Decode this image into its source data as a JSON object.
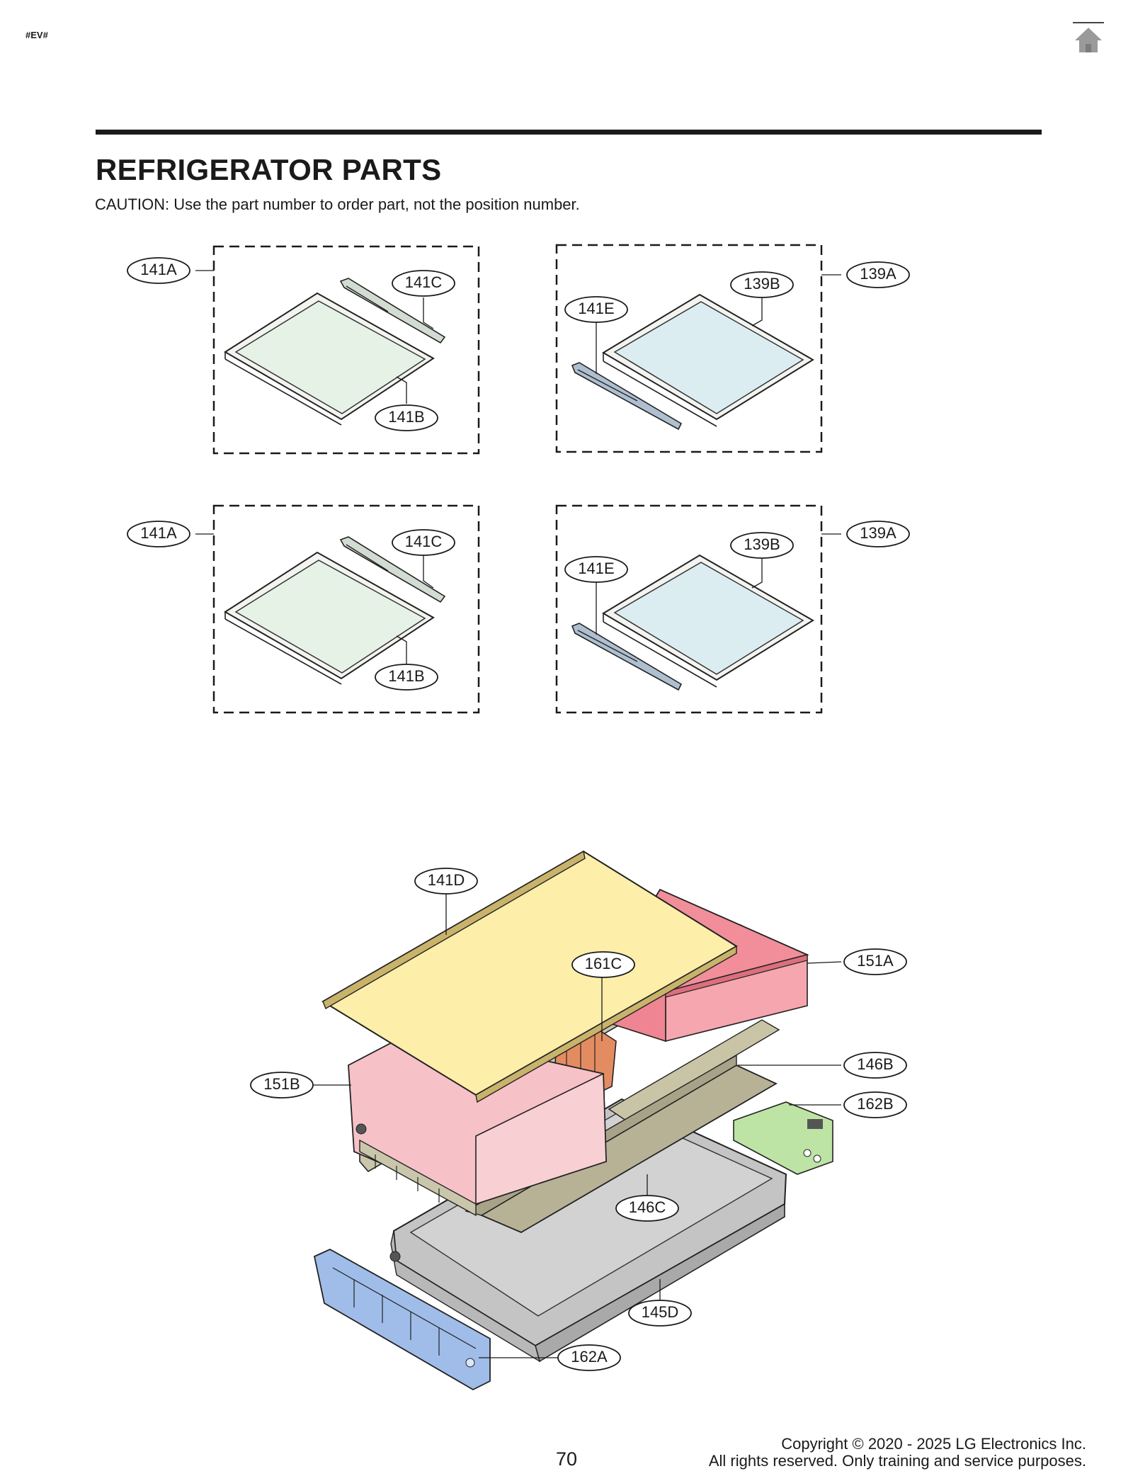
{
  "header": {
    "tag": "#EV#",
    "home_icon": "home-icon"
  },
  "page": {
    "title": "REFRIGERATOR PARTS",
    "caution": "CAUTION: Use the part number to order part, not the position number."
  },
  "diagram": {
    "shelf_group_1_labels": [
      "141A",
      "141C",
      "141B"
    ],
    "shelf_group_2_labels": [
      "141E",
      "139B",
      "139A"
    ],
    "shelf_group_3_labels": [
      "141A",
      "141C",
      "141B"
    ],
    "shelf_group_4_labels": [
      "141E",
      "139B",
      "139A"
    ],
    "drawer_assembly_labels": {
      "shelf": "141D",
      "center_support": "161C",
      "right_drawer": "151A",
      "left_drawer": "151B",
      "rail_right": "146B",
      "control_green": "162B",
      "cover": "146C",
      "bottom_tray": "145D",
      "control_blue": "162A"
    }
  },
  "footer": {
    "page_number": "70",
    "copyright_line1": "Copyright © 2020 - 2025 LG Electronics Inc.",
    "copyright_line2": "All rights reserved. Only training and service purposes."
  }
}
